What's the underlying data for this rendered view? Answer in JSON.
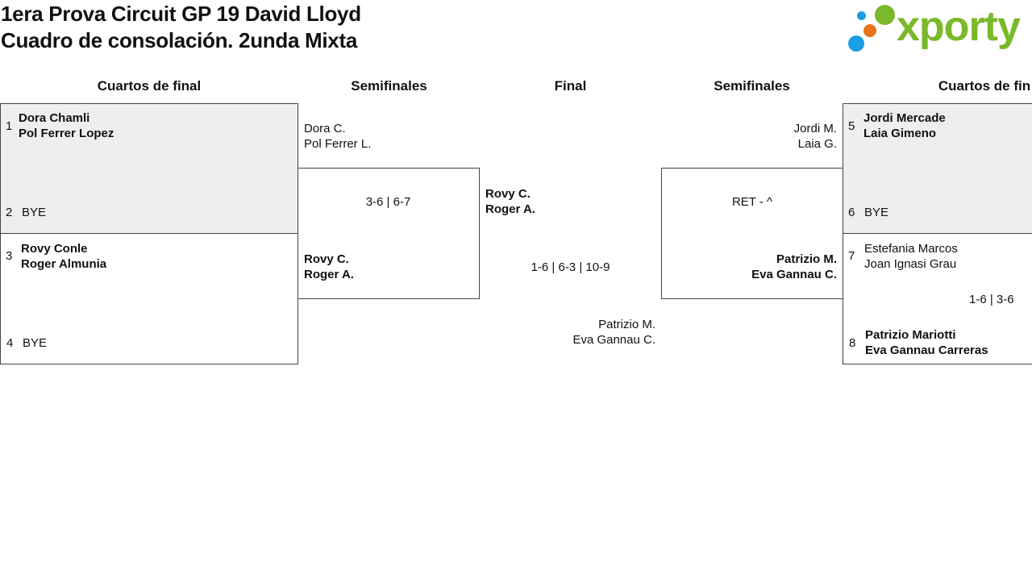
{
  "title": {
    "line1": "1era Prova Circuit GP 19 David Lloyd",
    "line2": "Cuadro de consolación. 2unda Mixta"
  },
  "logo": {
    "text": "xporty",
    "color": "#7ab929"
  },
  "headers": {
    "qf_left": "Cuartos de final",
    "sf_left": "Semifinales",
    "final": "Final",
    "sf_right": "Semifinales",
    "qf_right": "Cuartos de fin"
  },
  "qf_left": {
    "e1": {
      "seed": "1",
      "p1": "Dora Chamli",
      "p2": "Pol Ferrer Lopez"
    },
    "e2": {
      "seed": "2",
      "name": "BYE"
    },
    "e3": {
      "seed": "3",
      "p1": "Rovy Conle",
      "p2": "Roger Almunia"
    },
    "e4": {
      "seed": "4",
      "name": "BYE"
    }
  },
  "sf_left": {
    "top": {
      "p1": "Dora C.",
      "p2": "Pol Ferrer L."
    },
    "score": "3-6 | 6-7",
    "bottom": {
      "p1": "Rovy C.",
      "p2": "Roger A."
    }
  },
  "final": {
    "top": {
      "p1": "Rovy C.",
      "p2": "Roger A."
    },
    "score": "1-6 | 6-3 | 10-9",
    "bottom": {
      "p1": "Patrizio M.",
      "p2": "Eva Gannau C."
    }
  },
  "sf_right": {
    "top": {
      "p1": "Jordi M.",
      "p2": "Laia G."
    },
    "score": "RET - ^",
    "bottom": {
      "p1": "Patrizio M.",
      "p2": "Eva Gannau C."
    }
  },
  "qf_right": {
    "e5": {
      "seed": "5",
      "p1": "Jordi Mercade",
      "p2": "Laia Gimeno"
    },
    "e6": {
      "seed": "6",
      "name": "BYE"
    },
    "e7": {
      "seed": "7",
      "p1": "Estefania Marcos",
      "p2": "Joan Ignasi Grau"
    },
    "score78": "1-6 | 3-6",
    "e8": {
      "seed": "8",
      "p1": "Patrizio Mariotti",
      "p2": "Eva Gannau Carreras"
    }
  }
}
